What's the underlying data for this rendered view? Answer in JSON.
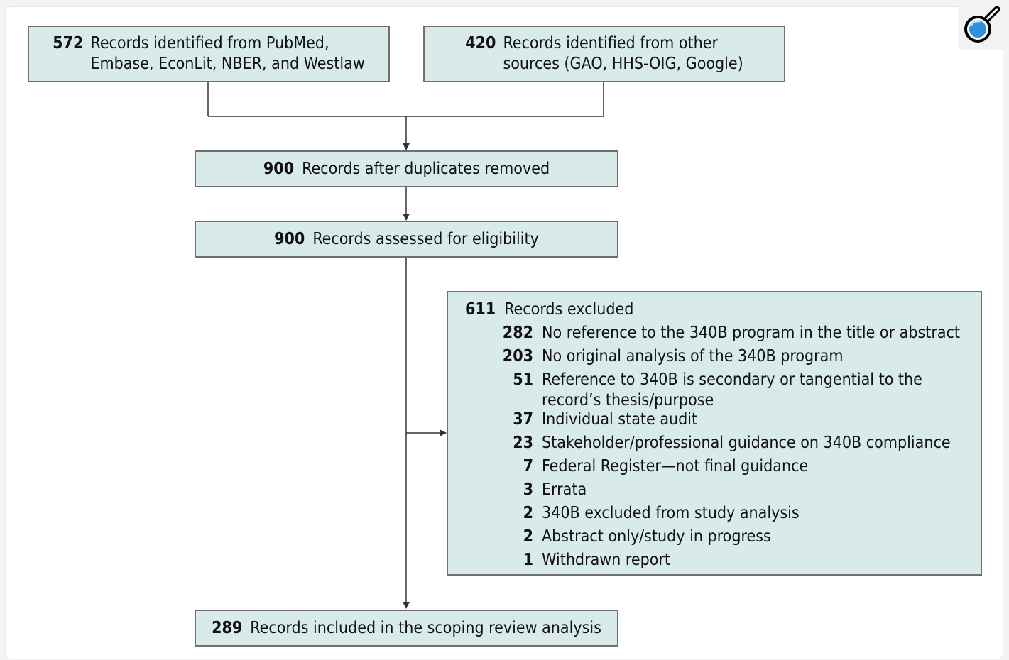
{
  "boxes": {
    "pubmed": {
      "count": "572",
      "text": "Records identified from PubMed,",
      "text2": "Embase, EconLit, NBER, and  Westlaw"
    },
    "other": {
      "count": "420",
      "text": "Records identified from other",
      "text2": "sources (GAO, HHS-OIG, Google)"
    },
    "duplicates": {
      "count": "900",
      "text": "Records after duplicates removed"
    },
    "assessed": {
      "count": "900",
      "text": "Records assessed for eligibility"
    },
    "included": {
      "count": "289",
      "text": "Records included in the scoping review analysis"
    }
  },
  "excluded": {
    "count": "611",
    "title": "Records excluded",
    "reasons": [
      {
        "count": "282",
        "text": "No reference to the 340B program in the title or abstract"
      },
      {
        "count": "203",
        "text": "No original analysis of the 340B program"
      },
      {
        "count": "51",
        "text": "Reference to 340B is secondary or tangential to the record’s thesis/purpose"
      },
      {
        "count": "37",
        "text": "Individual state audit"
      },
      {
        "count": "23",
        "text": "Stakeholder/professional guidance on 340B compliance"
      },
      {
        "count": "7",
        "text": "Federal Register—not final guidance"
      },
      {
        "count": "3",
        "text": "Errata"
      },
      {
        "count": "2",
        "text": "340B excluded from study analysis"
      },
      {
        "count": "2",
        "text": "Abstract only/study in progress"
      },
      {
        "count": "1",
        "text": "Withdrawn report"
      }
    ]
  },
  "toolbar": {
    "zoom_icon": "magnifier-icon"
  },
  "colors": {
    "box_fill": "#d9eaea",
    "box_border": "#6f6f6f",
    "line": "#333333"
  }
}
